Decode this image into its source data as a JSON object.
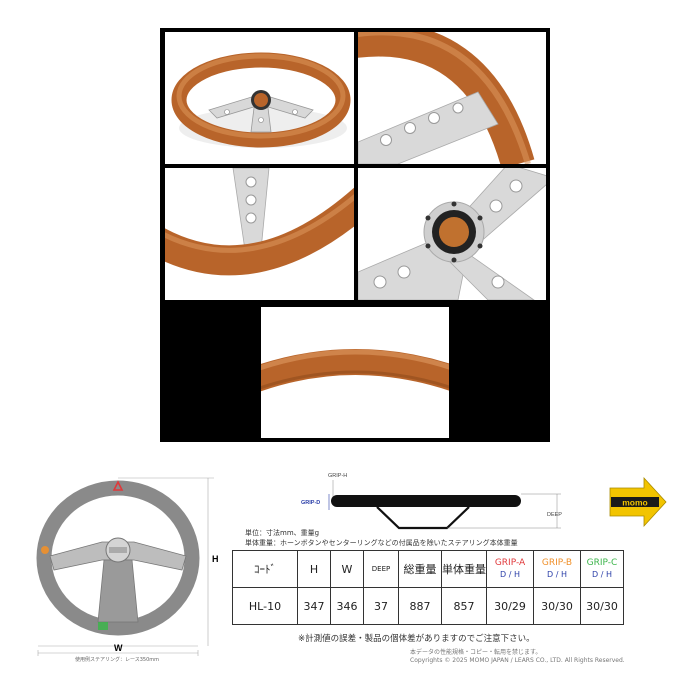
{
  "profile": {
    "grip_h": "GRIP-H",
    "grip_d": "GRIP-D",
    "deep": "DEEP"
  },
  "logo": {
    "text": "momo"
  },
  "notes": {
    "unit": "単位：寸法mm、重量g",
    "single_weight_note": "単体重量：ホーンボタンやセンターリングなどの付属品を除いたステアリング本体重量"
  },
  "diagram": {
    "height_label": "H",
    "width_label": "W",
    "caption": "使用例ステアリング：レース350mm"
  },
  "table": {
    "headers": [
      "ｺｰﾄﾞ",
      "H",
      "W",
      "DEEP",
      "総重量",
      "単体重量"
    ],
    "grips": [
      {
        "name": "GRIP-A",
        "color": "#e0383a",
        "sub": "D / H"
      },
      {
        "name": "GRIP-B",
        "color": "#f0902a",
        "sub": "D / H"
      },
      {
        "name": "GRIP-C",
        "color": "#3cb44a",
        "sub": "D / H"
      }
    ],
    "row": [
      "HL-10",
      "347",
      "346",
      "37",
      "887",
      "857",
      "30/29",
      "30/30",
      "30/30"
    ]
  },
  "footnote": "※計測値の誤差・製品の個体差がありますのでご注意下さい。",
  "copyright": [
    "本データの性能規格・コピー・転用を禁じます。",
    "Copyrights © 2025 MOMO JAPAN / LEARS CO., LTD.  All Rights Reserved."
  ]
}
